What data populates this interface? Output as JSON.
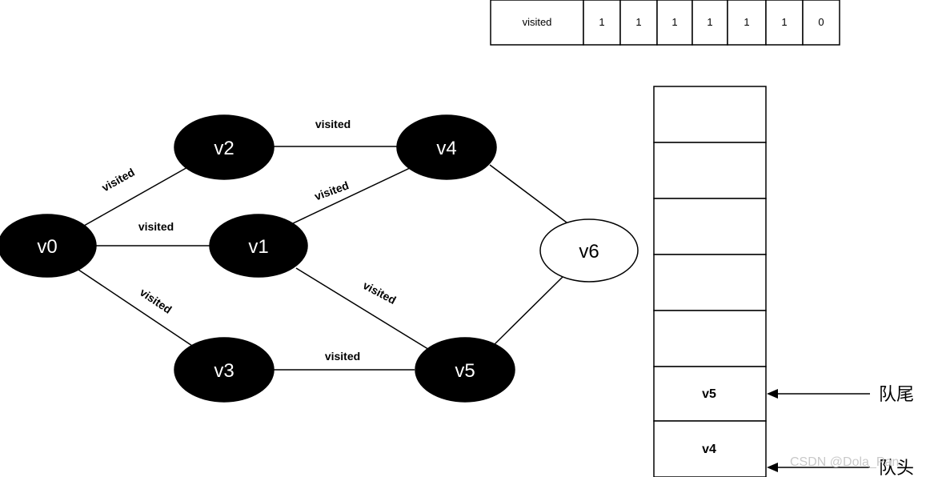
{
  "visited_array": {
    "label": "visited",
    "values": [
      "1",
      "1",
      "1",
      "1",
      "1",
      "1",
      "0"
    ]
  },
  "graph": {
    "nodes": [
      {
        "id": "v0",
        "label": "v0",
        "visited": true
      },
      {
        "id": "v1",
        "label": "v1",
        "visited": true
      },
      {
        "id": "v2",
        "label": "v2",
        "visited": true
      },
      {
        "id": "v3",
        "label": "v3",
        "visited": true
      },
      {
        "id": "v4",
        "label": "v4",
        "visited": true
      },
      {
        "id": "v5",
        "label": "v5",
        "visited": true
      },
      {
        "id": "v6",
        "label": "v6",
        "visited": false
      }
    ],
    "edges": [
      {
        "from": "v0",
        "to": "v2",
        "label": "visited"
      },
      {
        "from": "v0",
        "to": "v1",
        "label": "visited"
      },
      {
        "from": "v0",
        "to": "v3",
        "label": "visited"
      },
      {
        "from": "v2",
        "to": "v4",
        "label": "visited"
      },
      {
        "from": "v1",
        "to": "v4",
        "label": "visited"
      },
      {
        "from": "v1",
        "to": "v5",
        "label": "visited"
      },
      {
        "from": "v3",
        "to": "v5",
        "label": "visited"
      },
      {
        "from": "v4",
        "to": "v6",
        "label": ""
      },
      {
        "from": "v5",
        "to": "v6",
        "label": ""
      }
    ]
  },
  "queue": {
    "cells": [
      "",
      "",
      "",
      "",
      "",
      "v5",
      "v4"
    ],
    "rear_label": "队尾",
    "front_label": "队头"
  },
  "watermark": "CSDN @Dola_Pan"
}
